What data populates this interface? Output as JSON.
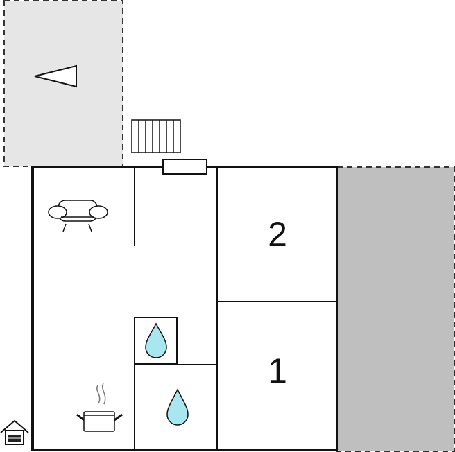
{
  "plan": {
    "rooms": [
      {
        "id": "bedroom-2",
        "label": "2"
      },
      {
        "id": "bedroom-1",
        "label": "1"
      }
    ],
    "icons": [
      "north-arrow-icon",
      "stairs-icon",
      "entrance-door-icon",
      "sofa-icon",
      "water-drop-icon",
      "water-drop-icon",
      "cooking-pot-icon",
      "house-icon"
    ],
    "colors": {
      "wall": "#111111",
      "terrace": "#e6e6e6",
      "garden": "#bfbfbf",
      "water": "#a8e6f0",
      "background": "#ffffff"
    }
  }
}
